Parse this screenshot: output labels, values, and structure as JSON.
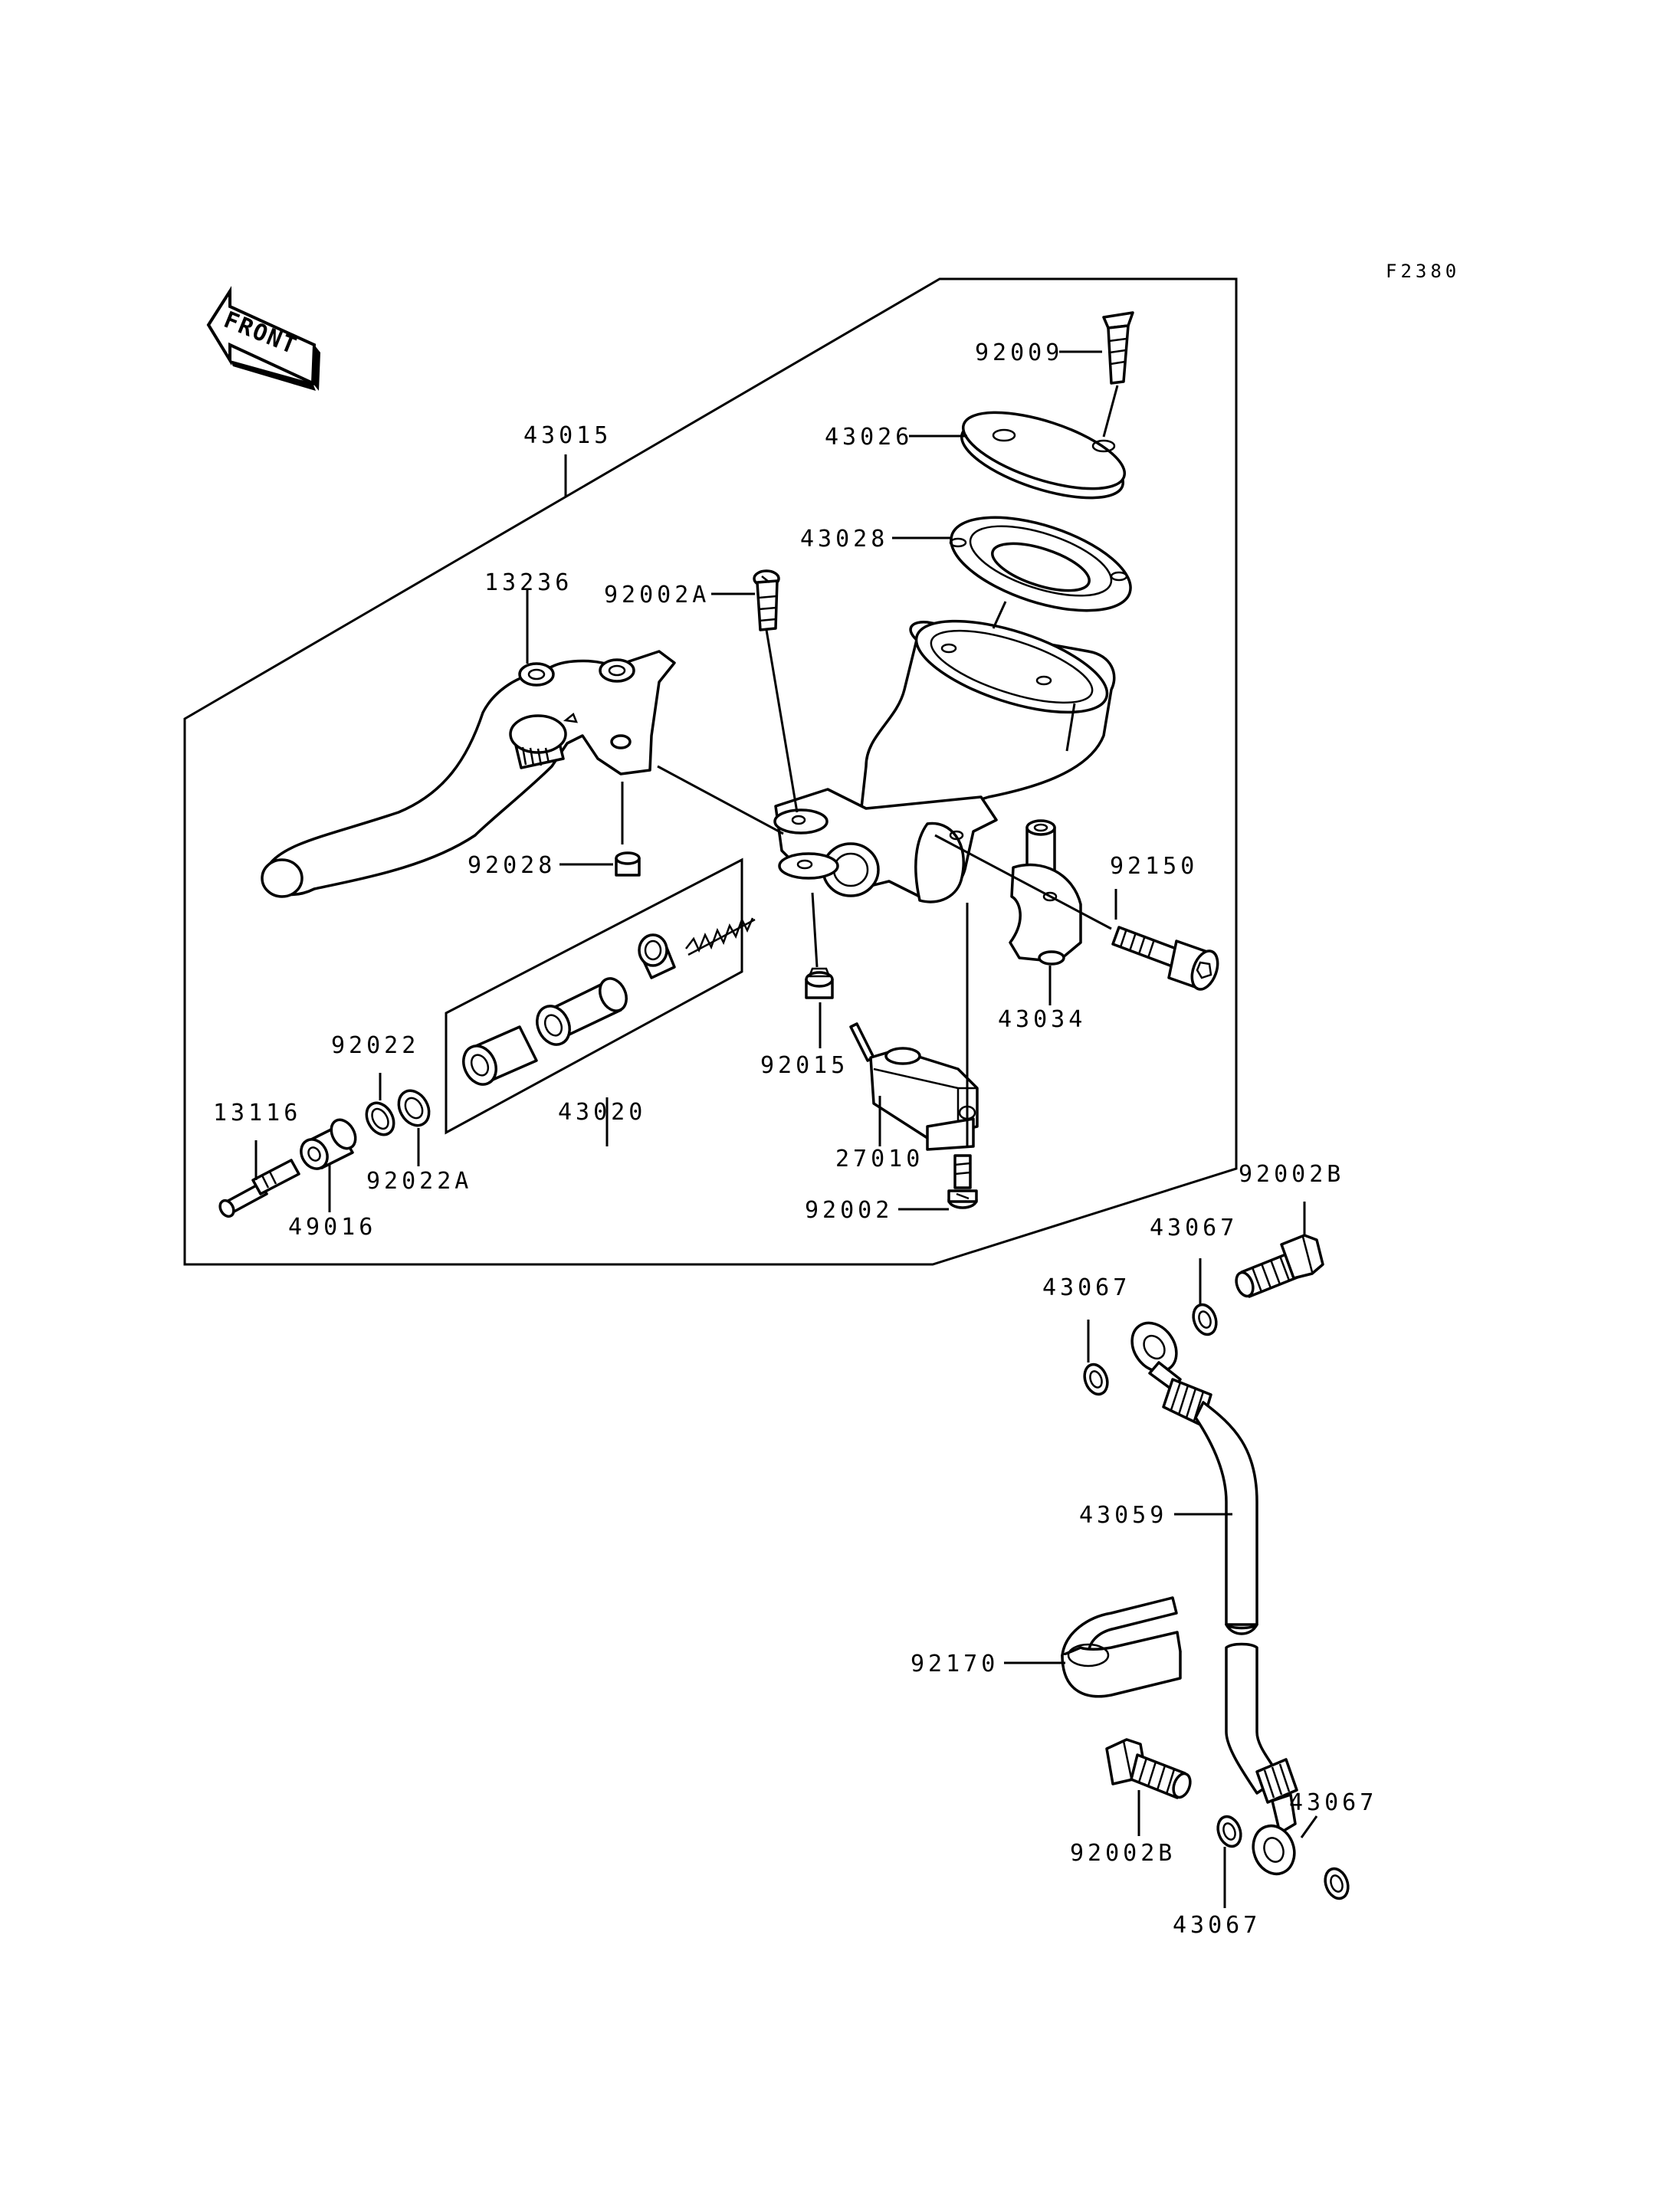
{
  "diagram": {
    "code": "F2380",
    "front_label": "FRONT",
    "part_labels": {
      "p43015": "43015",
      "p92009": "92009",
      "p43026": "43026",
      "p43028": "43028",
      "p13236": "13236",
      "p92002A": "92002A",
      "p92028": "92028",
      "p92150": "92150",
      "p43034": "43034",
      "p92015": "92015",
      "p92022": "92022",
      "p43020": "43020",
      "p13116": "13116",
      "p92022A": "92022A",
      "p49016": "49016",
      "p27010": "27010",
      "p92002": "92002",
      "p92002B_top": "92002B",
      "p43067_a": "43067",
      "p43067_b": "43067",
      "p43059": "43059",
      "p92170": "92170",
      "p92002B_bottom": "92002B",
      "p43067_c": "43067",
      "p43067_d": "43067"
    }
  }
}
